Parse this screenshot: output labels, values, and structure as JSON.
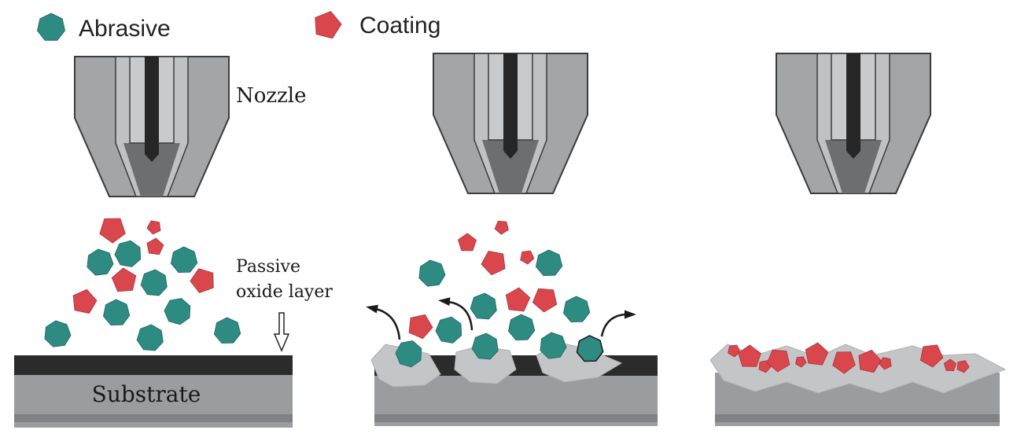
{
  "legend": {
    "abrasive_label": "Abrasive",
    "coating_label": "Coating"
  },
  "labels": {
    "nozzle": "Nozzle",
    "passive_line1": "Passive",
    "passive_line2": "oxide layer",
    "substrate": "Substrate"
  },
  "panels": [
    {
      "stage": "before impact",
      "particles_airborne": true,
      "oxide_layer": "intact"
    },
    {
      "stage": "impact",
      "particles_airborne": true,
      "oxide_layer": "fractured"
    },
    {
      "stage": "after deposition",
      "particles_airborne": false,
      "oxide_layer": "removed",
      "coating": "deposited"
    }
  ],
  "icons": {
    "abrasive": "teal-hexagon-icon",
    "coating": "red-pentagon-icon",
    "rebound": "curved-arrow-icon",
    "oxide_pointer": "hollow-down-arrow-icon"
  },
  "colors": {
    "abrasive": "#2e8b82",
    "coating": "#d9474d",
    "nozzle_outer": "#a3a5a7",
    "nozzle_dark": "#5a5b5d",
    "oxide": "#2b2b2b",
    "substrate": "#9a9c9f",
    "substrate_band": "#7f8184",
    "fragment": "#c4c5c7"
  }
}
